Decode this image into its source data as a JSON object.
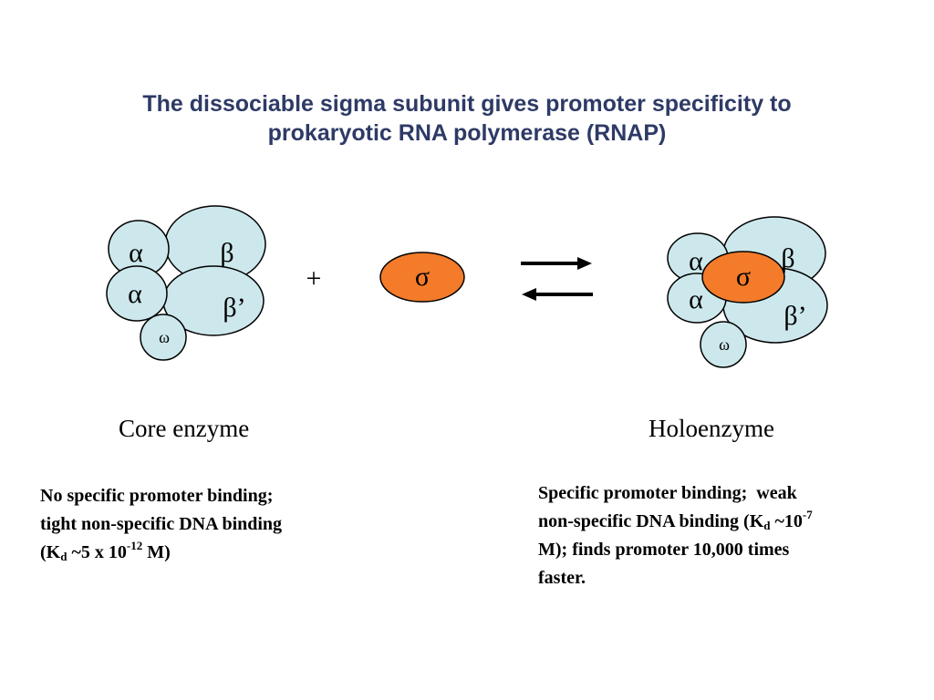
{
  "title": {
    "line1": "The dissociable sigma subunit gives promoter specificity to",
    "line2": "prokaryotic RNA polymerase (RNAP)"
  },
  "colors": {
    "subunit_fill": "#cde8ec",
    "sigma_fill": "#f37b2a",
    "title_color": "#2e3a66"
  },
  "core": {
    "alpha1": "α",
    "alpha2": "α",
    "beta": "β",
    "beta_prime": "β’",
    "omega": "ω",
    "caption": "Core enzyme"
  },
  "plus": "+",
  "sigma": "σ",
  "holo": {
    "alpha1": "α",
    "alpha2": "α",
    "beta": "β",
    "beta_prime": "β’",
    "sigma": "σ",
    "omega": "ω",
    "caption": "Holoenzyme"
  },
  "notes": {
    "core": {
      "line1": "No specific promoter binding;",
      "line2": "tight non-specific DNA binding",
      "line3_pre": "(K",
      "line3_sub": "d",
      "line3_mid": " ~5 x 10",
      "line3_sup": "-12",
      "line3_post": " M)"
    },
    "holo": {
      "line1": "Specific promoter binding;  weak",
      "line2_pre": "non-specific DNA binding (K",
      "line2_sub": "d",
      "line2_mid": " ~10",
      "line2_sup": "-7",
      "line3": "M); finds promoter 10,000 times",
      "line4": "faster."
    }
  }
}
